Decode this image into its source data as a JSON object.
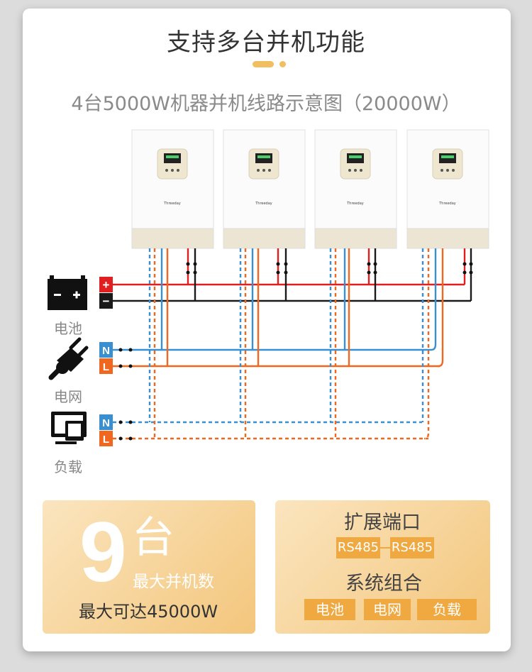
{
  "title": "支持多台并机功能",
  "subtitle": "4台5000W机器并机线路示意图（20000W）",
  "diagram": {
    "inverter_brand": "Threeday",
    "inverter_count": 4,
    "labels": {
      "battery": "电池",
      "grid": "电网",
      "load": "负载",
      "plus": "+",
      "minus": "−",
      "n": "N",
      "l": "L"
    },
    "colors": {
      "red": "#e02020",
      "black": "#1a1a1a",
      "blue": "#3a8fd0",
      "orange": "#f06820"
    }
  },
  "stats": {
    "number": "9",
    "unit": "台",
    "unit_label": "最大并机数",
    "max_power": "最大可达45000W"
  },
  "ports": {
    "title": "扩展端口",
    "port_a": "RS485",
    "port_b": "RS485",
    "combo_title": "系统组合",
    "tags": [
      "电池",
      "电网",
      "负载"
    ]
  }
}
